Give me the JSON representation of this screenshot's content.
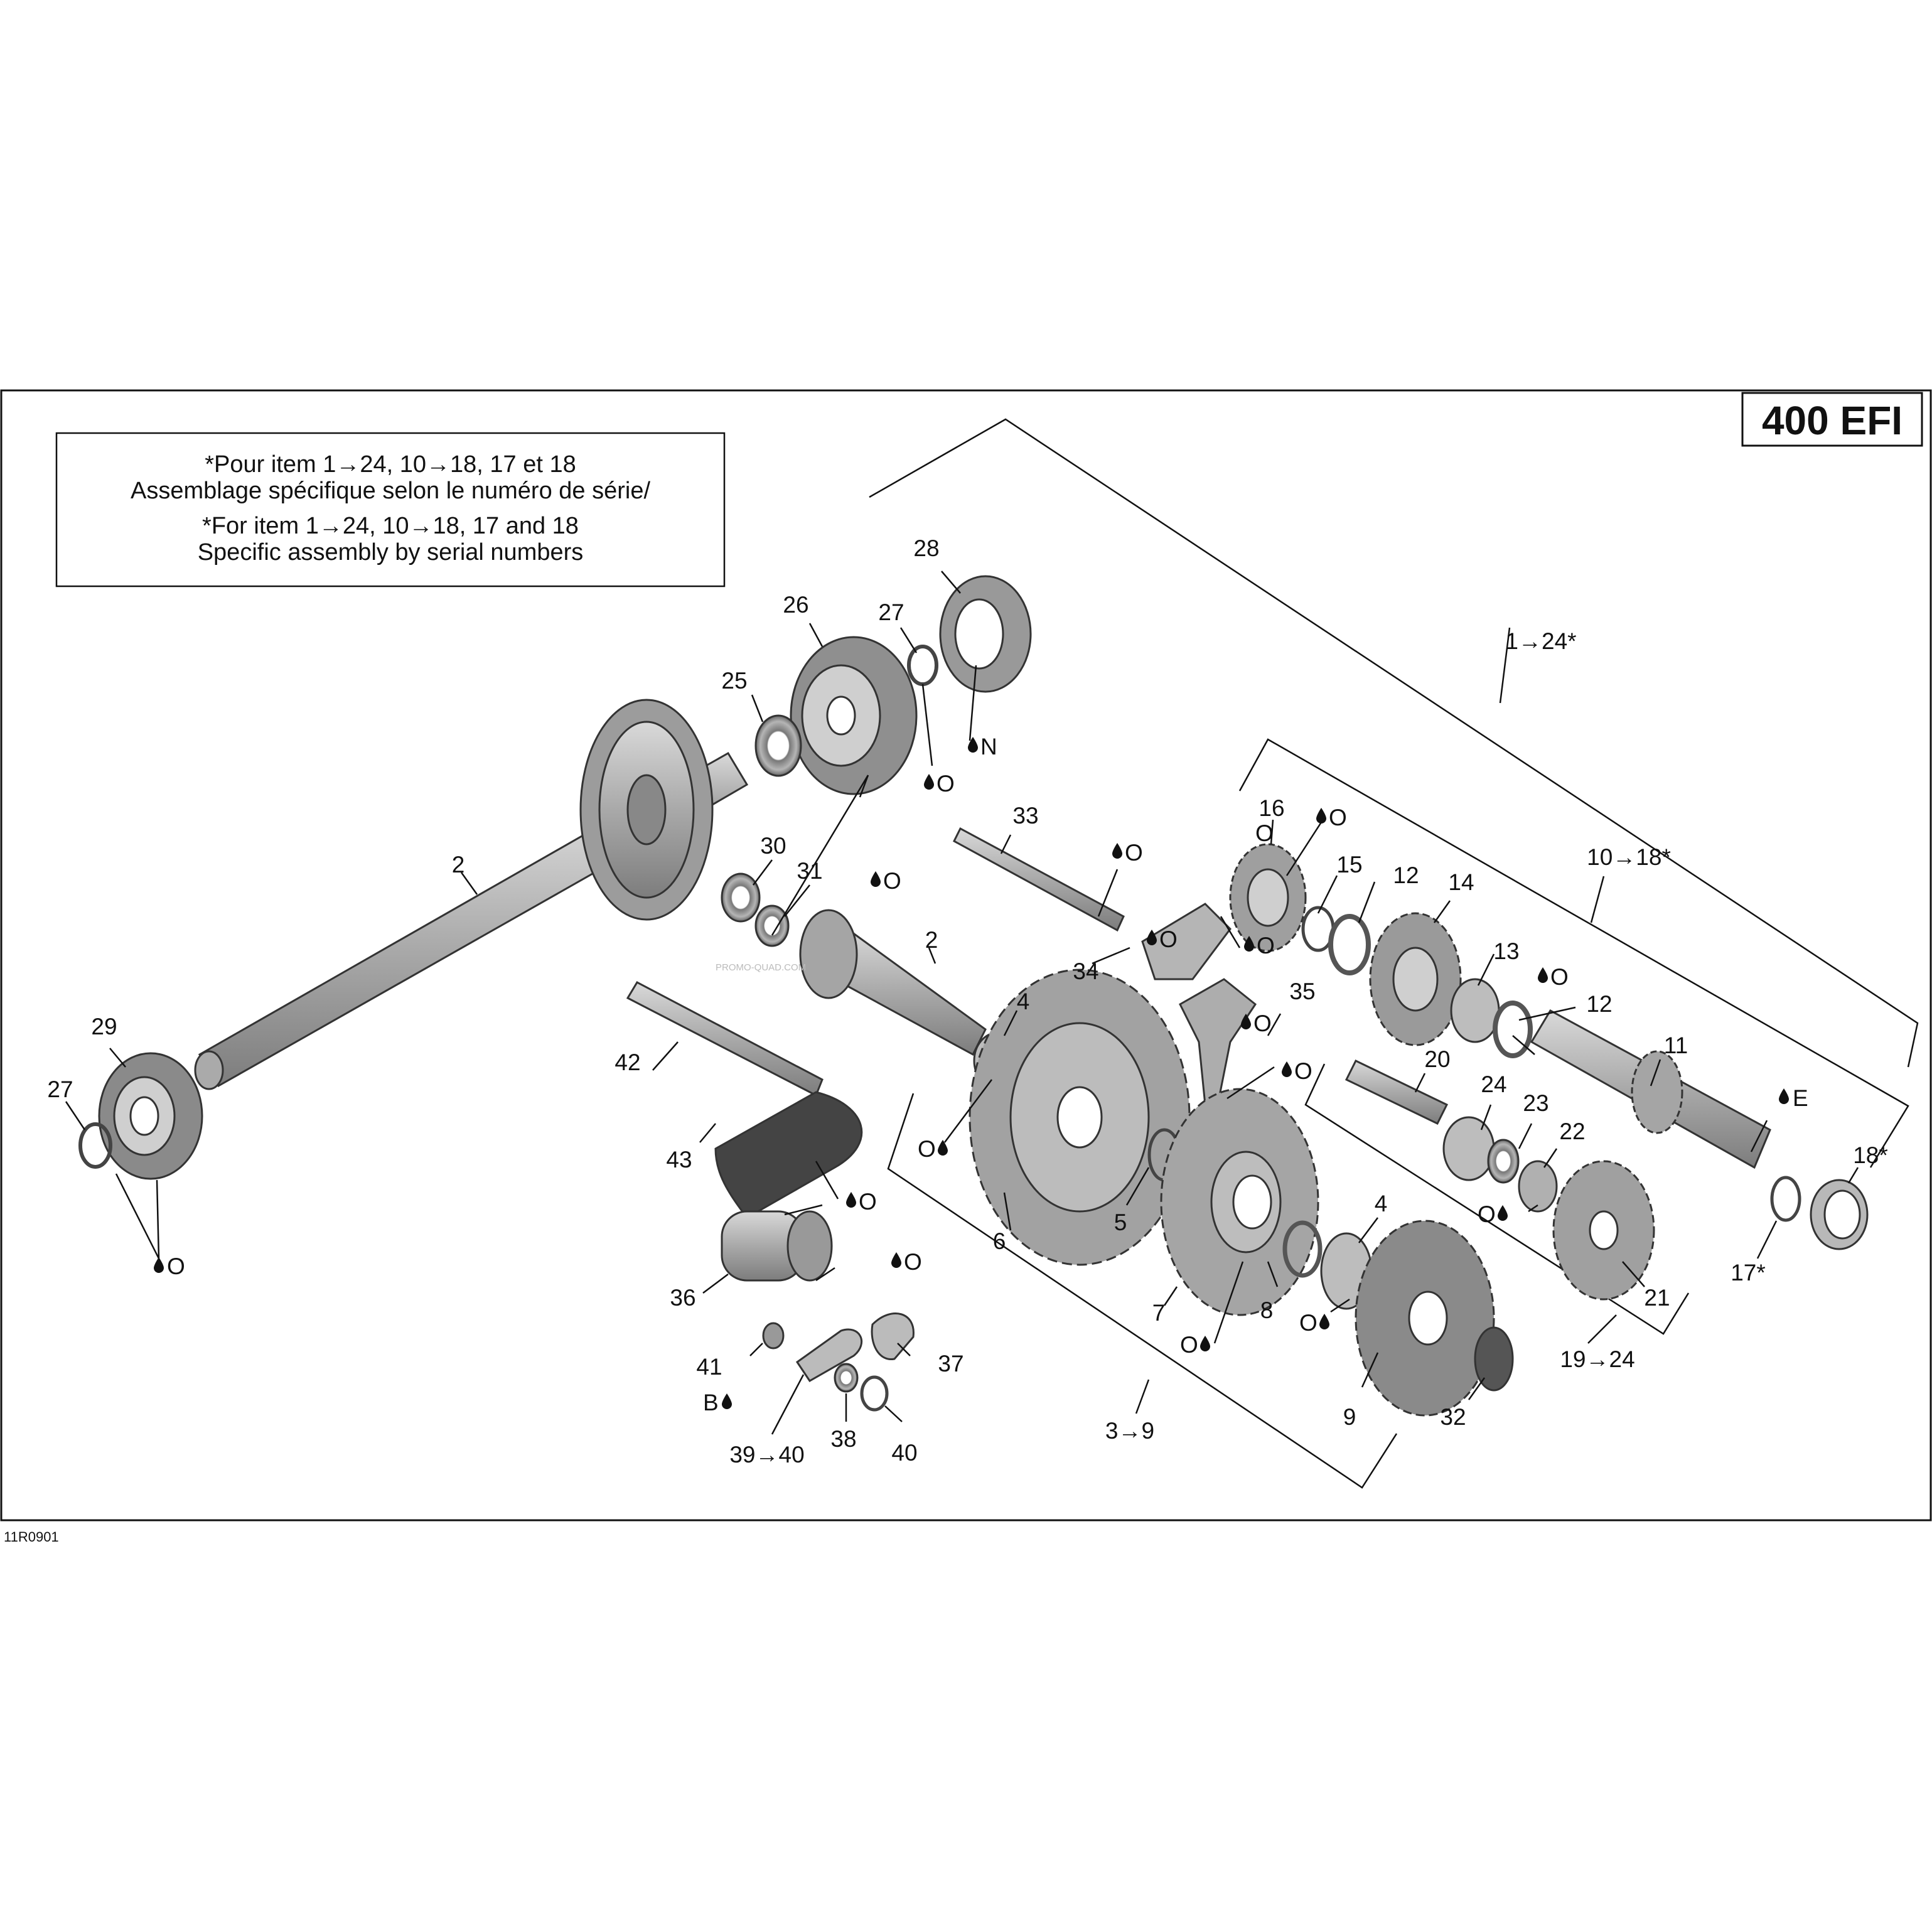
{
  "model_label": "400 EFI",
  "figure_ref": "11R0901",
  "note": {
    "fr_line1": "*Pour item 1→24, 10→18, 17 et 18",
    "fr_line2": "Assemblage spécifique selon le numéro de série/",
    "en_line1": "*For item 1→24, 10→18, 17 and 18",
    "en_line2": "Specific assembly by serial numbers"
  },
  "watermark": "PROMO-QUAD.COM",
  "group_labels": {
    "g1_24": "1→24*",
    "g10_18": "10→18*",
    "g3_9": "3→9",
    "g19_24": "19→24",
    "g39_40": "39→40"
  },
  "labels": {
    "p2a": "2",
    "p2b": "2",
    "p4a": "4",
    "p4b": "4",
    "p5": "5",
    "p6": "6",
    "p7": "7",
    "p8": "8",
    "p9": "9",
    "p11": "11",
    "p12a": "12",
    "p12b": "12",
    "p13": "13",
    "p14": "14",
    "p15": "15",
    "p16": "16",
    "p17": "17*",
    "p18": "18*",
    "p20": "20",
    "p21": "21",
    "p22": "22",
    "p23": "23",
    "p24": "24",
    "p25": "25",
    "p26": "26",
    "p27a": "27",
    "p27b": "27",
    "p28": "28",
    "p29": "29",
    "p30": "30",
    "p31": "31",
    "p32": "32",
    "p33": "33",
    "p34": "34",
    "p35": "35",
    "p36": "36",
    "p37": "37",
    "p38": "38",
    "p40": "40",
    "p41": "41",
    "p42": "42",
    "p43": "43"
  },
  "lube": {
    "o1": "O",
    "o2": "O",
    "o3": "O",
    "o4": "O",
    "o5": "O",
    "o6": "O",
    "o7": "O",
    "o8": "O",
    "o9": "O",
    "o10": "O",
    "o11": "O",
    "o12": "O",
    "o13": "O",
    "o14": "O",
    "o15": "O",
    "o16": "O",
    "o17": "O",
    "n1": "N",
    "e1": "E",
    "b1": "B"
  }
}
